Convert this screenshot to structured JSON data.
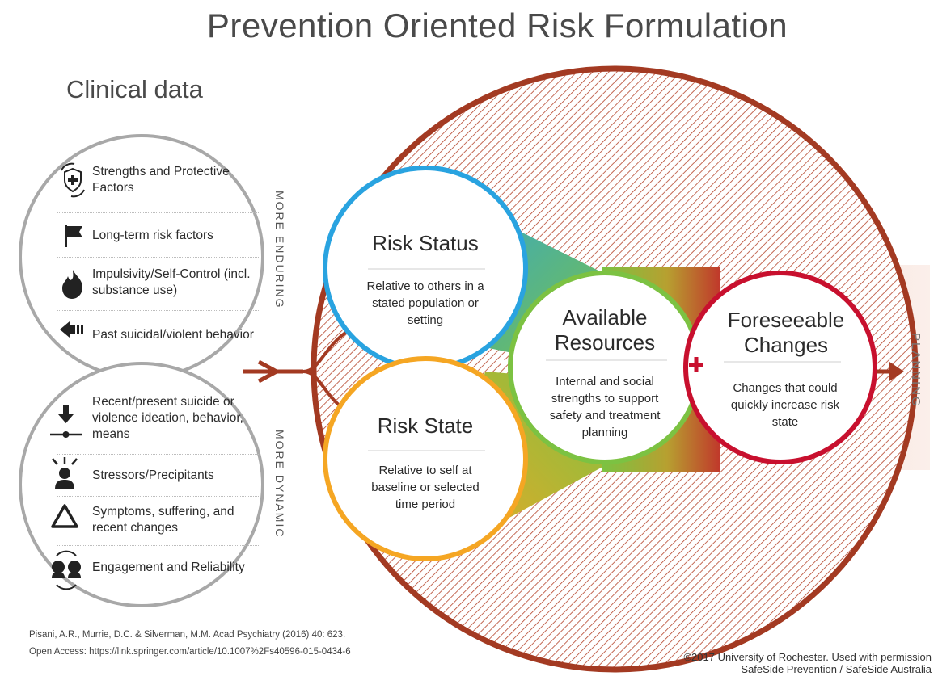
{
  "title": "Prevention Oriented Risk Formulation",
  "clinical": {
    "title": "Clinical data",
    "enduring": [
      {
        "icon": "shield-icon",
        "label": "Strengths and Protective Factors"
      },
      {
        "icon": "flag-icon",
        "label": "Long-term risk factors"
      },
      {
        "icon": "flame-icon",
        "label": "Impulsivity/Self-Control (incl. substance use)"
      },
      {
        "icon": "arrow-left-icon",
        "label": "Past suicidal/violent behavior"
      }
    ],
    "dynamic": [
      {
        "icon": "down-arrow-timeline-icon",
        "label": "Recent/present suicide or violence ideation, behavior, means"
      },
      {
        "icon": "stressed-person-icon",
        "label": "Stressors/Precipitants"
      },
      {
        "icon": "triangle-icon",
        "label": "Symptoms, suffering, and recent changes"
      },
      {
        "icon": "engagement-heads-icon",
        "label": "Engagement and Reliability"
      }
    ],
    "more_enduring": "MORE ENDURING",
    "more_dynamic": "MORE DYNAMIC"
  },
  "circles": {
    "risk_status": {
      "title": "Risk Status",
      "body": "Relative to others in a stated population or setting",
      "color": "#29a3e0"
    },
    "risk_state": {
      "title": "Risk State",
      "body": "Relative to self at baseline or selected time period",
      "color": "#f5a623"
    },
    "available_resources": {
      "title": "Available Resources",
      "body": "Internal and social strengths to support safety and treatment planning",
      "color": "#7cc242"
    },
    "foreseeable_changes": {
      "title": "Foreseeable Changes",
      "body": "Changes that could quickly increase risk state",
      "color": "#c8102e"
    }
  },
  "planning_label": "PLANNING",
  "outer_color": "#a33a22",
  "citation": {
    "line1": "Pisani, A.R., Murrie, D.C. & Silverman, M.M. Acad Psychiatry (2016) 40: 623.",
    "line2": "Open Access: https://link.springer.com/article/10.1007%2Fs40596-015-0434-6"
  },
  "copyright": {
    "line1": "©2017 University of Rochester. Used with permission",
    "line2": "SafeSide Prevention / SafeSide Australia"
  }
}
